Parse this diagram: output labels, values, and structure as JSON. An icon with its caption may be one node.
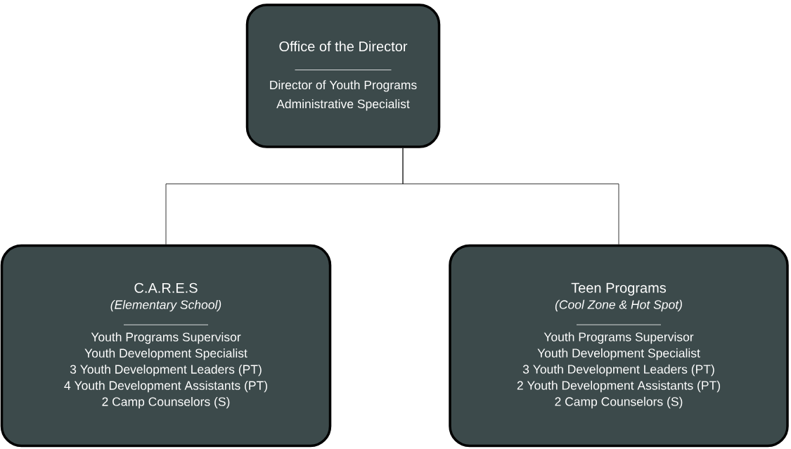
{
  "diagram": {
    "nodes": [
      {
        "text": [
          "Office of the Director",
          "Director of Youth Programs",
          "Administrative Specialist"
        ]
      },
      {
        "text": [
          "C.A.R.E.S",
          "(Elementary School)",
          "Youth Programs Supervisor",
          "Youth Development Specialist",
          "3 Youth Development Leaders (PT)",
          "4 Youth Development Assistants (PT)",
          "2 Camp Counselors (S)"
        ]
      },
      {
        "text": [
          "Teen Programs",
          "(Cool Zone & Hot Spot)",
          "Youth Programs Supervisor",
          "Youth Development Specialist",
          "3 Youth Development Leaders (PT)",
          "2 Youth Development Assistants (PT)",
          "2 Camp Counselors (S)"
        ]
      }
    ],
    "edges": [
      {
        "from": 0,
        "to": 1,
        "arrow": "none"
      },
      {
        "from": 0,
        "to": 2,
        "arrow": "none"
      }
    ]
  }
}
